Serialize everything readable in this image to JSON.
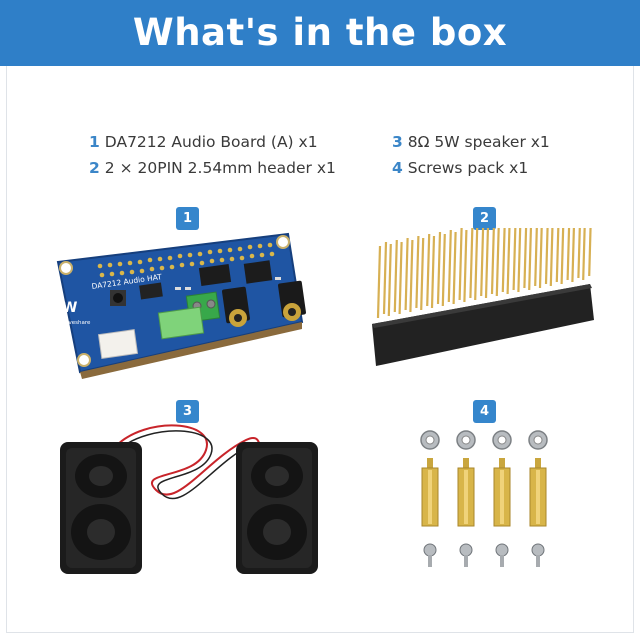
{
  "header": {
    "title": "What's in the box",
    "background": "#2f7fc8"
  },
  "items": [
    {
      "number": "1",
      "label": "DA7212 Audio Board (A) x1"
    },
    {
      "number": "2",
      "label": "2 × 20PIN 2.54mm header x1"
    },
    {
      "number": "3",
      "label": "8Ω 5W speaker x1"
    },
    {
      "number": "4",
      "label": "Screws pack x1"
    }
  ],
  "board": {
    "silkscreen_title": "DA7212 Audio HAT",
    "brand": "Waveshare",
    "icon": "audio-board-image"
  },
  "header_pins": {
    "icon": "pin-header-image"
  },
  "speakers": {
    "icon": "speaker-pair-image"
  },
  "screws": {
    "icon": "screws-pack-image"
  },
  "colors": {
    "accent": "#3586cc",
    "text": "#3a3a3a",
    "pcb": "#1e4f9c"
  }
}
